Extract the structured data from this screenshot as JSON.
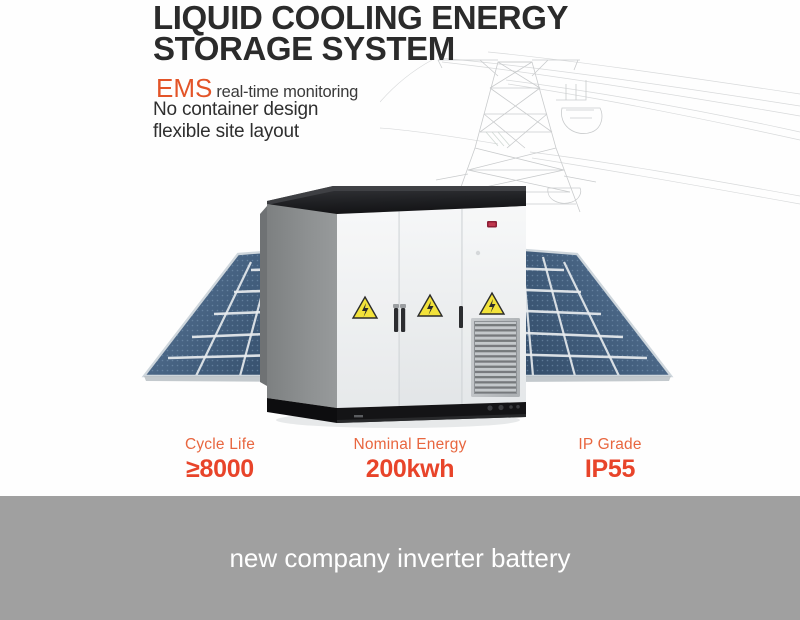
{
  "headline": {
    "line1": "LIQUID COOLING ENERGY",
    "line2": "STORAGE SYSTEM"
  },
  "features": {
    "ems_word": "EMS",
    "ems_subtitle": "real-time monitoring",
    "line1": "No container design",
    "line2": "flexible site layout"
  },
  "specs": [
    {
      "label": "Cycle Life",
      "value": "≥8000"
    },
    {
      "label": "Nominal Energy",
      "value": "200kwh"
    },
    {
      "label": "IP Grade",
      "value": "IP55"
    }
  ],
  "caption": {
    "text": "new company inverter battery"
  },
  "product": {
    "name": "liquid-cooling-energy-storage-cabinet",
    "doors": 3,
    "hazard_labels": 3,
    "has_ventilation_grille": true,
    "has_indicator_light": true
  },
  "scene": {
    "solar_array_left": "solar-panel-array",
    "solar_array_right": "solar-panel-array",
    "pylon": "transmission-tower"
  },
  "colors": {
    "accent_label": "#e8663f",
    "accent_value": "#e8442a",
    "ems": "#e35428",
    "headline": "#2b2b2b",
    "caption_bar": "#a0a0a0",
    "caption_text": "#ffffff",
    "cabinet_front": "#eef0f1",
    "cabinet_side": "#8d8f90",
    "cabinet_top": "#1d1d1f",
    "panel_blue": "#3d5878",
    "hazard_yellow": "#f2e23a"
  }
}
